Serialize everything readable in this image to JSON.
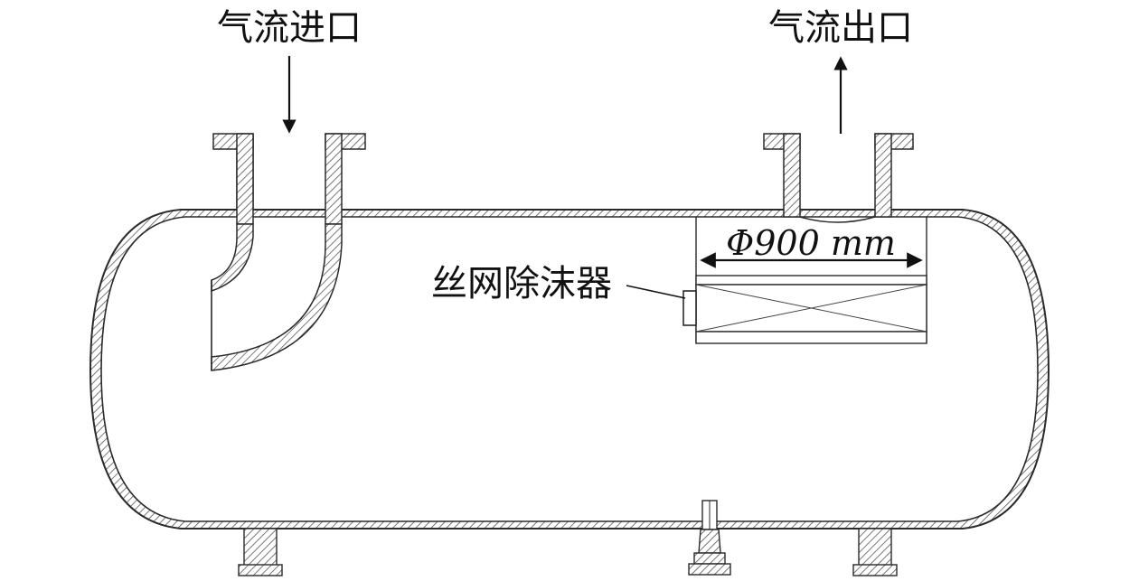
{
  "labels": {
    "inlet": "气流进口",
    "outlet": "气流出口",
    "demister": "丝网除沫器",
    "diameter": "Φ900 mm"
  },
  "colors": {
    "line": "#2a2a2a",
    "hatch": "#555555",
    "text": "#111111"
  }
}
